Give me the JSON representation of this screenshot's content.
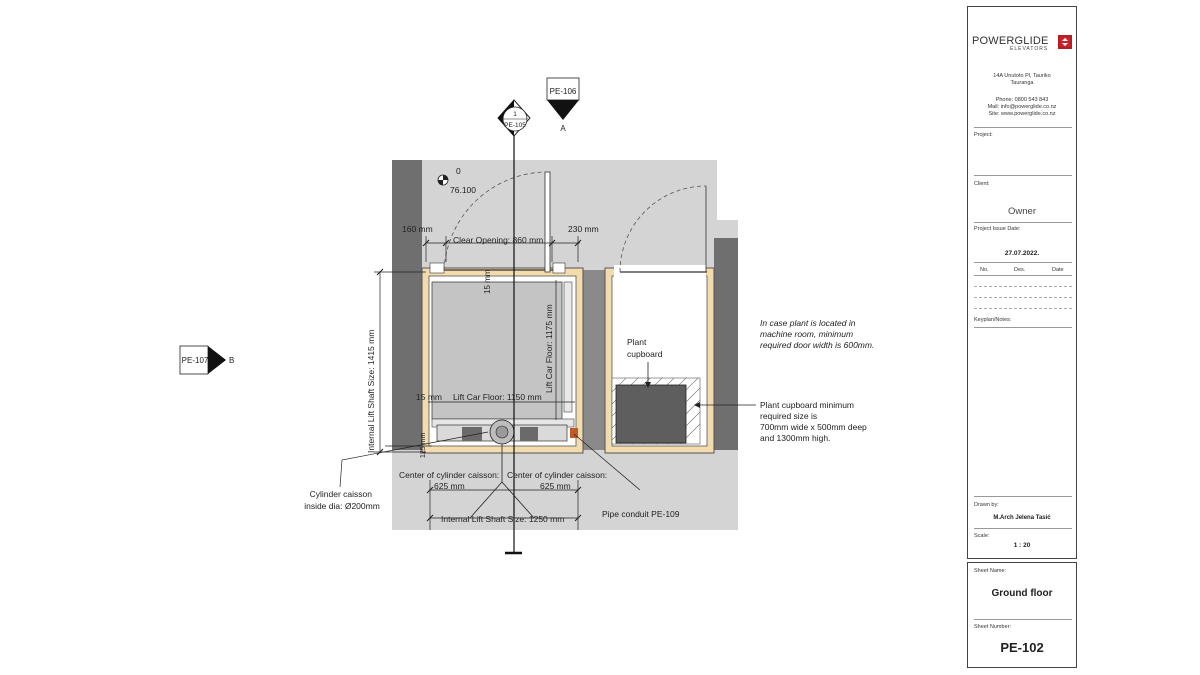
{
  "drawing": {
    "level_value": "0",
    "level_elevation": "76.100",
    "dim_160": "160 mm",
    "dim_clear_opening": "Clear Opening: 860 mm",
    "dim_230": "230 mm",
    "dim_15_top": "15 mm",
    "dim_lift_car_floor_width": "Lift Car Floor: 1150 mm",
    "dim_15_left": "15 mm",
    "dim_lift_car_floor_depth": "Lift Car Floor: 1175 mm",
    "dim_shaft_depth": "Internal Lift Shaft Size: 1415 mm",
    "dim_center_left": "Center of cylinder caisson:",
    "dim_center_left_val": "625 mm",
    "dim_center_right": "Center of cylinder caisson:",
    "dim_center_right_val": "625 mm",
    "dim_shaft_width": "Internal Lift Shaft Size: 1250 mm",
    "dim_125": "125 mm",
    "note_machine_room": [
      "In case plant is located in",
      "machine room, minimum",
      "required door width is 600mm."
    ],
    "plant_cupboard_label": [
      "Plant",
      "cupboard"
    ],
    "note_plant_cupboard": [
      "Plant cupboard minimum",
      "required size is",
      "700mm wide x 500mm deep",
      "and 1300mm high."
    ],
    "note_cylinder": [
      "Cylinder caisson",
      "inside dia: Ø200mm"
    ],
    "note_pipe": "Pipe conduit  PE-109",
    "tag_pe106": "PE-106",
    "tag_pe106_letter": "A",
    "tag_pe105_num": "1",
    "tag_pe105": "PE-105",
    "tag_pe107": "PE-107",
    "tag_pe107_letter": "B"
  },
  "title_block": {
    "logo_word": "POWERGLIDE",
    "logo_sub": "ELEVATORS",
    "address": [
      "14A Unutoto Pl, Tauriko",
      "Tauranga"
    ],
    "contact": [
      "Phone: 0800 543 843",
      "Mail: info@powerglide.co.nz",
      "Site: www.powerglide.co.nz"
    ],
    "project_label": "Project:",
    "client_label": "Client:",
    "client_value": "Owner",
    "issue_date_label": "Project Issue Date:",
    "issue_date_value": "27.07.2022.",
    "col_no": "No.",
    "col_des": "Des.",
    "col_date": "Date",
    "keyplan_label": "Keyplan/Notes:",
    "drawn_by_label": "Drawn by:",
    "drawn_by_value": "M.Arch Jelena Tasić",
    "scale_label": "Scale:",
    "scale_value": "1 : 20",
    "sheet_name_label": "Sheet Name:",
    "sheet_name_value": "Ground floor",
    "sheet_number_label": "Sheet Number:",
    "sheet_number_value": "PE-102"
  }
}
